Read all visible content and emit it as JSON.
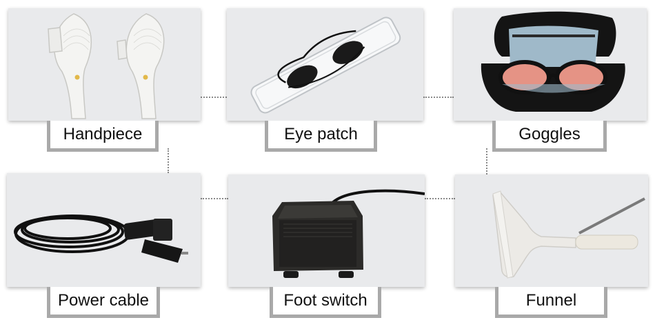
{
  "items": [
    {
      "label": "Handpiece",
      "icon": "handpiece-icon"
    },
    {
      "label": "Eye patch",
      "icon": "eye-patch-icon"
    },
    {
      "label": "Goggles",
      "icon": "goggles-icon"
    },
    {
      "label": "Power cable",
      "icon": "power-cable-icon"
    },
    {
      "label": "Foot switch",
      "icon": "foot-switch-icon"
    },
    {
      "label": "Funnel",
      "icon": "funnel-icon"
    }
  ],
  "colors": {
    "panel": "#e9eaec",
    "label_border": "#a9a9a9",
    "connector": "#8a8a8a"
  }
}
